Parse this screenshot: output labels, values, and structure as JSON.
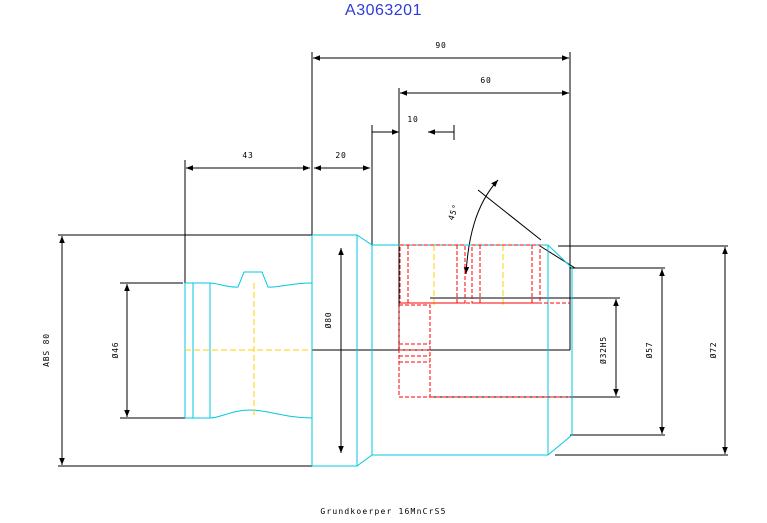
{
  "title": "A3063201",
  "caption": "Grundkoerper 16MnCrS5",
  "dimensions": {
    "len_90": "90",
    "len_60": "60",
    "len_10": "10",
    "len_43": "43",
    "len_20": "20",
    "angle": "45°",
    "abs_80": "ABS 80",
    "dia_46": "Ø46",
    "dia_80": "Ø80",
    "dia_32h5": "Ø32H5",
    "dia_57": "Ø57",
    "dia_72": "Ø72"
  },
  "colors": {
    "outline": "#00c8e0",
    "hidden": "#ff0000",
    "center": "#ffd000",
    "dimension": "#000000",
    "title": "#2f3bd6"
  }
}
